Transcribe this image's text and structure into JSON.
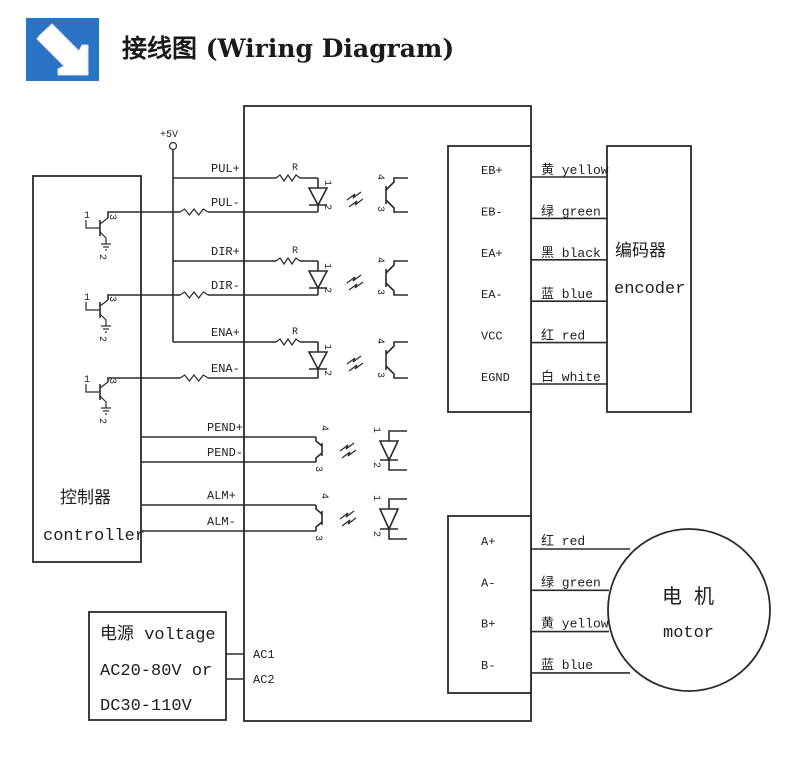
{
  "header": {
    "icon": "arrow-down-right-icon",
    "icon_color": "#2b73c4",
    "title": "接线图 (Wiring Diagram)"
  },
  "supply_label": "+5V",
  "controller": {
    "label_cn": "控制器",
    "label_en": "controller"
  },
  "inputs": [
    {
      "pos": "PUL+",
      "neg": "PUL-"
    },
    {
      "pos": "DIR+",
      "neg": "DIR-"
    },
    {
      "pos": "ENA+",
      "neg": "ENA-"
    }
  ],
  "outputs": [
    {
      "pos": "PEND+",
      "neg": "PEND-"
    },
    {
      "pos": "ALM+",
      "neg": "ALM-"
    }
  ],
  "resistor_label": "R",
  "pins": {
    "p1": "1",
    "p2": "2",
    "p3": "3",
    "p4": "4"
  },
  "encoder": {
    "label_cn": "编码器",
    "label_en": "encoder",
    "terminals": [
      {
        "name": "EB+",
        "wire": "黄 yellow"
      },
      {
        "name": "EB-",
        "wire": "绿 green"
      },
      {
        "name": "EA+",
        "wire": "黑 black"
      },
      {
        "name": "EA-",
        "wire": "蓝 blue"
      },
      {
        "name": "VCC",
        "wire": "红 red"
      },
      {
        "name": "EGND",
        "wire": "白 white"
      }
    ]
  },
  "motor": {
    "label_cn": "电 机",
    "label_en": "motor",
    "terminals": [
      {
        "name": "A+",
        "wire": "红 red"
      },
      {
        "name": "A-",
        "wire": "绿 green"
      },
      {
        "name": "B+",
        "wire": "黄 yellow"
      },
      {
        "name": "B-",
        "wire": "蓝 blue"
      }
    ]
  },
  "power": {
    "line1": "电源 voltage",
    "line2": "AC20-80V or",
    "line3": "DC30-110V",
    "terminals": [
      "AC1",
      "AC2"
    ]
  }
}
